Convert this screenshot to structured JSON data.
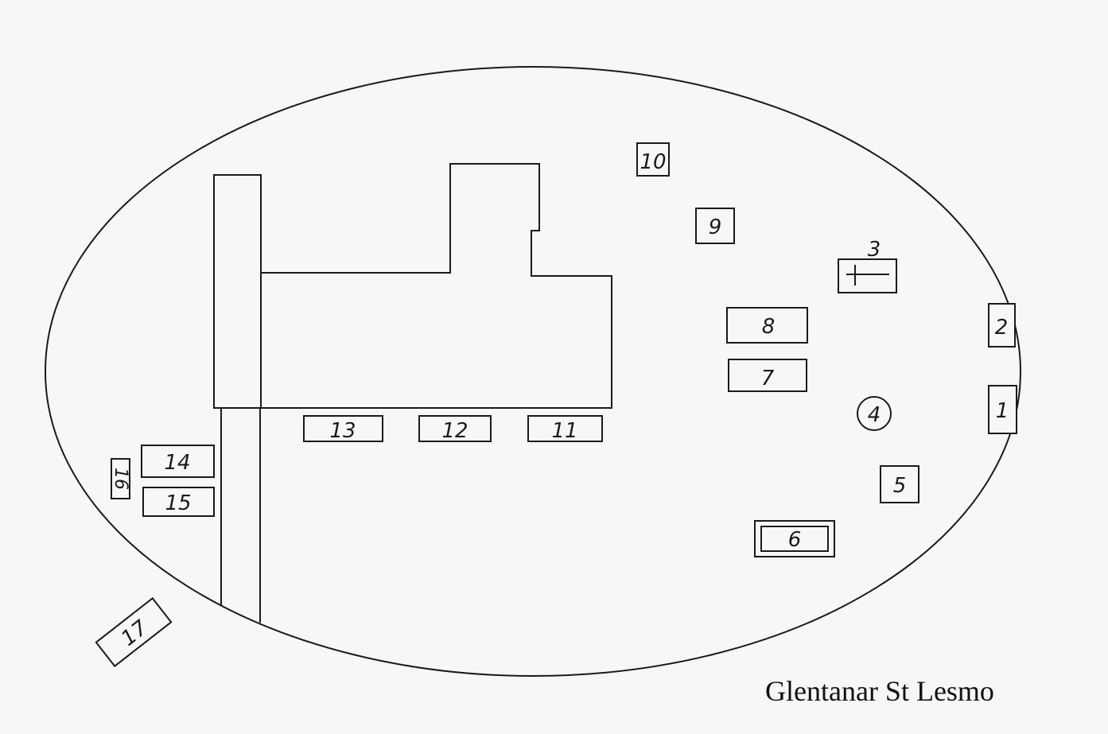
{
  "caption": "Glentanar St Lesmo",
  "markers": {
    "m1": "1",
    "m2": "2",
    "m3": "3",
    "m4": "4",
    "m5": "5",
    "m6": "6",
    "m7": "7",
    "m8": "8",
    "m9": "9",
    "m10": "10",
    "m11": "11",
    "m12": "12",
    "m13": "13",
    "m14": "14",
    "m15": "15",
    "m16": "16",
    "m17": "17"
  }
}
